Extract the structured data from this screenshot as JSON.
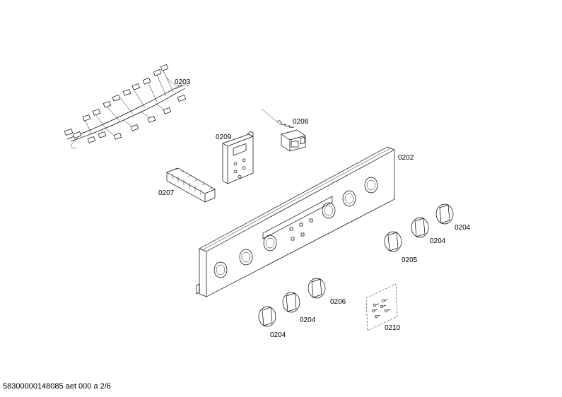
{
  "labels": {
    "wiring_harness": "0203",
    "thermostat": "0208",
    "control_module": "0209",
    "terminal_block": "0207",
    "control_panel": "0202",
    "knob_top_right": "0204",
    "knob_mid_right": "0204",
    "knob_left_right": "0205",
    "knob_center": "0206",
    "knob_bottom_mid": "0204",
    "knob_bottom_left": "0204",
    "screw_set": "0210"
  },
  "footer": "58300000148085 aet 000 a 2/6"
}
